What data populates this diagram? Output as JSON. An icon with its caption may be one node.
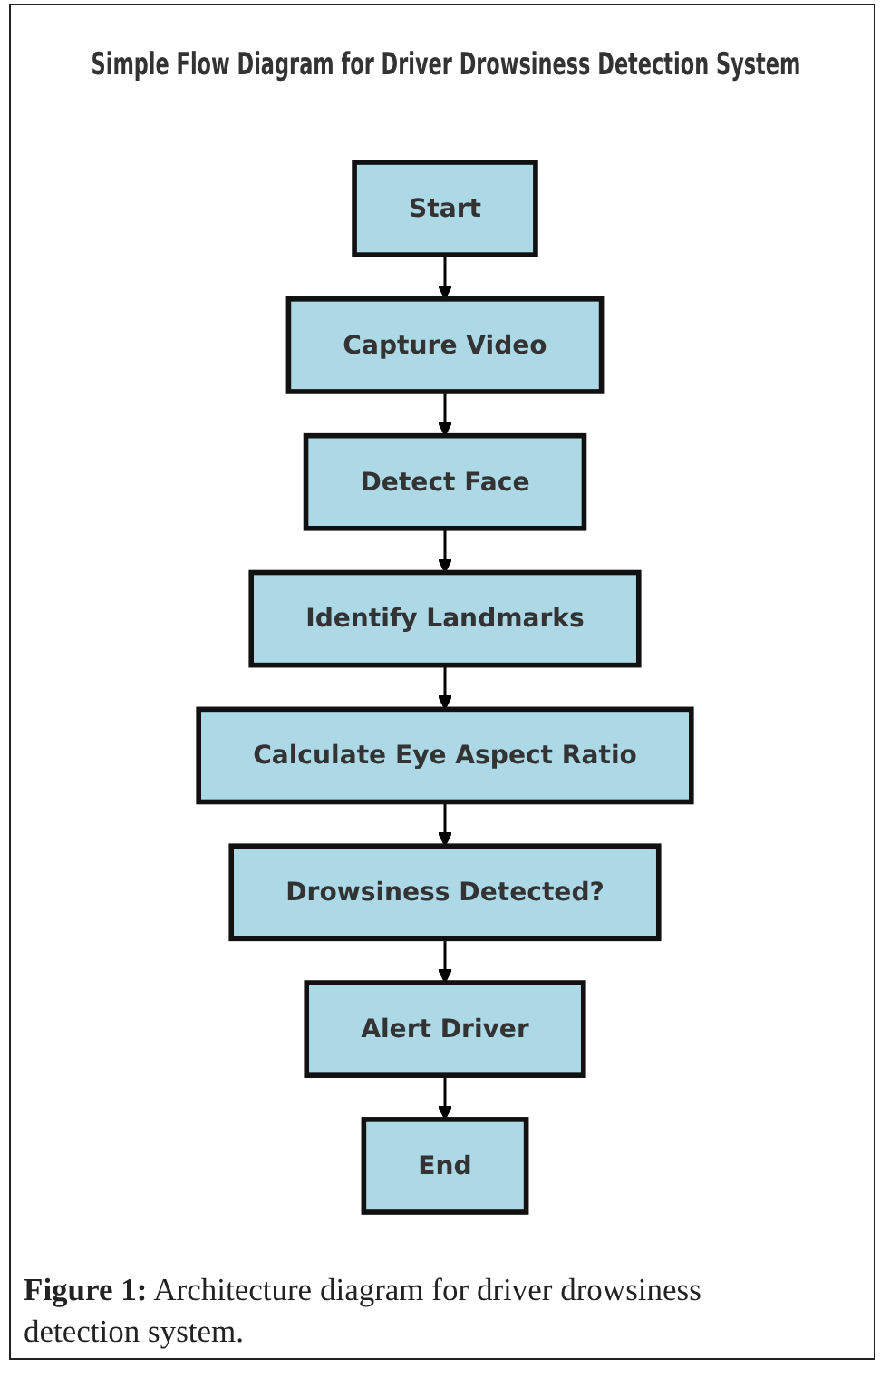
{
  "diagram": {
    "title": "Simple Flow Diagram for Driver Drowsiness Detection System",
    "caption": "**Figure 1:** Architecture diagram for driver drowsiness detection system.",
    "nodes": [
      {
        "text": [
          "Start"
        ]
      },
      {
        "text": [
          "Capture Video"
        ]
      },
      {
        "text": [
          "Detect Face"
        ]
      },
      {
        "text": [
          "Identify Landmarks"
        ]
      },
      {
        "text": [
          "Calculate Eye Aspect Ratio"
        ]
      },
      {
        "text": [
          "Drowsiness Detected?"
        ]
      },
      {
        "text": [
          "Alert Driver"
        ]
      },
      {
        "text": [
          "End"
        ]
      }
    ],
    "edges": [
      {
        "from": 0,
        "to": 1,
        "arrow": "to"
      },
      {
        "from": 1,
        "to": 2,
        "arrow": "to"
      },
      {
        "from": 2,
        "to": 3,
        "arrow": "to"
      },
      {
        "from": 3,
        "to": 4,
        "arrow": "to"
      },
      {
        "from": 4,
        "to": 5,
        "arrow": "to"
      },
      {
        "from": 5,
        "to": 6,
        "arrow": "to"
      },
      {
        "from": 6,
        "to": 7,
        "arrow": "to"
      }
    ]
  }
}
